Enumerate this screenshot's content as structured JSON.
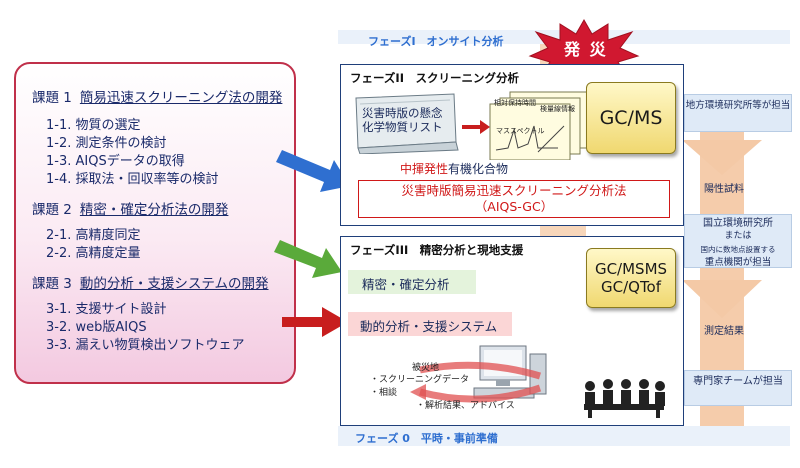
{
  "tasks": {
    "groups": [
      {
        "num": "課題 1",
        "title": "簡易迅速スクリーニング法の開発",
        "items": [
          "1-1. 物質の選定",
          "1-2. 測定条件の検討",
          "1-3. AIQSデータの取得",
          "1-4. 採取法・回収率等の検討"
        ]
      },
      {
        "num": "課題 2",
        "title": "精密・確定分析法の開発",
        "items": [
          "2-1. 高精度同定",
          "2-2. 高精度定量"
        ]
      },
      {
        "num": "課題 3",
        "title": "動的分析・支援システムの開発",
        "items": [
          "3-1. 支援サイト設計",
          "3-2. web版AIQS",
          "3-3. 漏えい物質検出ソフトウェア"
        ]
      }
    ]
  },
  "phases": {
    "phase1": "フェーズI　オンサイト分析",
    "phase2": "フェーズII　スクリーニング分析",
    "phase3": "フェーズIII　精密分析と現地支援",
    "phase0": "フェーズ 0　平時・事前準備"
  },
  "disaster": "発 災",
  "phase2_content": {
    "book_text": "災害時版の懸念化学物質リスト",
    "sheet_labels": [
      "相対保持時間",
      "検量線情報",
      "マススペクトル"
    ],
    "voc": "中揮発性有機化合物",
    "voc_highlight": "中揮発性",
    "voc_rest": "有機化合物",
    "method_line1": "災害時版簡易迅速スクリーニング分析法",
    "method_line2": "（AIQS-GC）",
    "instrument": "GC/MS"
  },
  "phase3_content": {
    "precise": "精密・確定分析",
    "dynamic": "動的分析・支援システム",
    "instrument_line1": "GC/MSMS",
    "instrument_line2": "GC/QTof",
    "support_label": "被災地",
    "support_items": [
      "・スクリーニングデータ",
      "・相談",
      "・解析結果、アドバイス"
    ]
  },
  "side": {
    "local_lab": "地方環境研究所等が担当",
    "positive_sample": "陽性試料",
    "national_lab_line1": "国立環境研究所",
    "national_lab_line2": "または",
    "national_lab_line3": "国内に数地点設置する",
    "national_lab_line4": "重点機関が担当",
    "result": "測定結果",
    "expert": "専門家チームが担当"
  },
  "colors": {
    "arrow_blue": "#2f6fd0",
    "arrow_green": "#5aaa3a",
    "arrow_red": "#c81e1e",
    "phase_fill": "#f4c9a6",
    "accent_red": "#d01818"
  }
}
